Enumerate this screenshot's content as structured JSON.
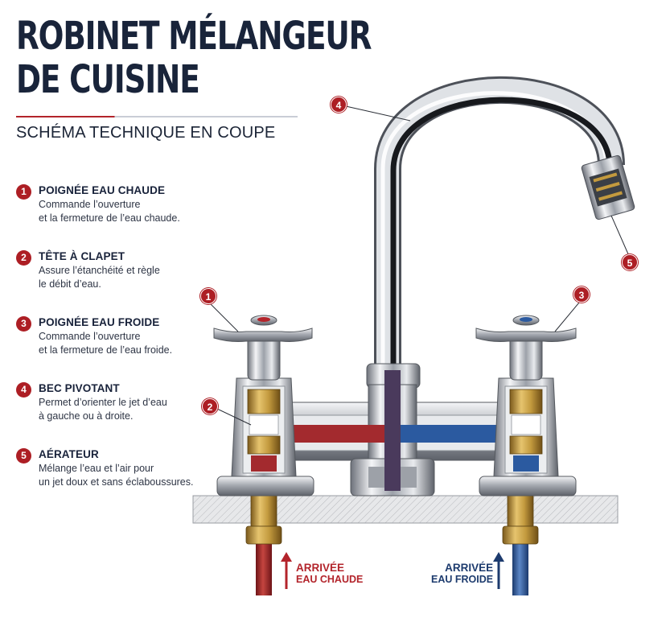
{
  "title": {
    "line1": "ROBINET MÉLANGEUR",
    "line2": "DE CUISINE"
  },
  "subtitle": "SCHÉMA TECHNIQUE EN COUPE",
  "legend": [
    {
      "num": "1",
      "title": "POIGNÉE EAU CHAUDE",
      "desc": "Commande l’ouverture\net la fermeture de l’eau chaude."
    },
    {
      "num": "2",
      "title": "TÊTE À CLAPET",
      "desc": "Assure l’étanchéité et règle\nle débit d’eau."
    },
    {
      "num": "3",
      "title": "POIGNÉE EAU FROIDE",
      "desc": "Commande l’ouverture\net la fermeture de l’eau froide."
    },
    {
      "num": "4",
      "title": "BEC PIVOTANT",
      "desc": "Permet d’orienter le jet d’eau\nà gauche ou à droite."
    },
    {
      "num": "5",
      "title": "AÉRATEUR",
      "desc": "Mélange l’eau et l’air pour\nun jet doux et sans éclaboussures."
    }
  ],
  "markers": [
    "1",
    "2",
    "3",
    "4",
    "5"
  ],
  "inlets": {
    "hot": {
      "line1": "ARRIVÉE",
      "line2": "EAU CHAUDE"
    },
    "cold": {
      "line1": "ARRIVÉE",
      "line2": "EAU FROIDE"
    }
  },
  "colors": {
    "accent": "#ad1e24",
    "hot_water": "#a32a2e",
    "cold_water": "#2b5aa0",
    "mixed_water": "#4a3a5c",
    "chrome": "#c9ccd2",
    "brass": "#c9a14a",
    "title": "#19243a"
  }
}
